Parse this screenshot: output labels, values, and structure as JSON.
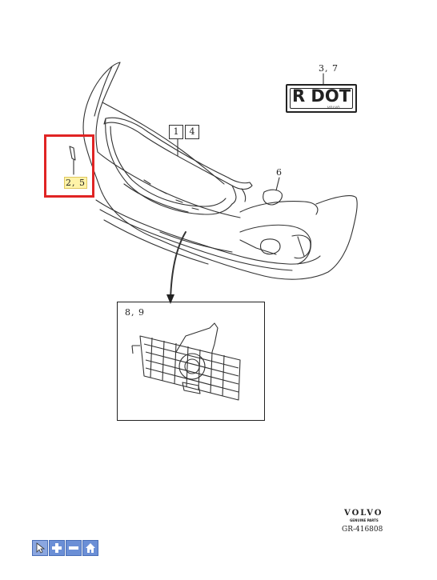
{
  "diagram": {
    "callouts": {
      "c14_a": "1",
      "c14_b": "4",
      "c25": "2, 5",
      "c37": "3, 7",
      "c6": "6",
      "c89": "8, 9"
    },
    "badge": {
      "text": "R DOT",
      "sub": "VOLVO"
    },
    "footer": {
      "brand": "VOLVO",
      "brand_sub": "GENUINE PARTS",
      "ref": "GR-416808"
    },
    "highlight_color": "#e02424"
  },
  "toolbar": {
    "buttons": [
      {
        "name": "pointer-icon"
      },
      {
        "name": "zoom-in-icon"
      },
      {
        "name": "zoom-out-icon"
      },
      {
        "name": "home-icon"
      }
    ]
  }
}
